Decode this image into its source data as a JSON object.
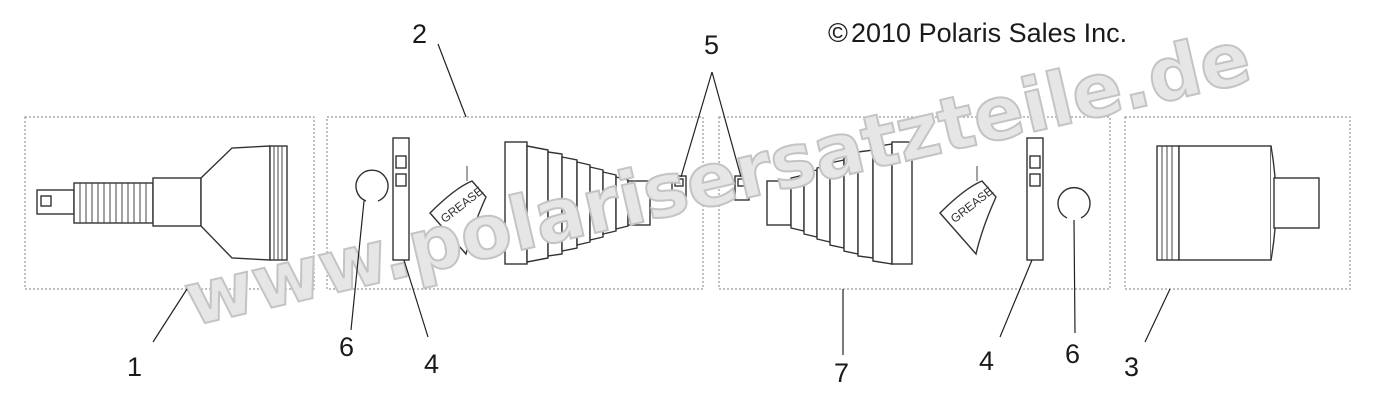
{
  "copyright": "2010 Polaris Sales Inc.",
  "copyright_symbol": "©",
  "watermark": "www.polarisersatzteile.de",
  "grease_label": "GREASE",
  "callouts": [
    {
      "id": "c1",
      "label": "1"
    },
    {
      "id": "c2",
      "label": "2"
    },
    {
      "id": "c3",
      "label": "3"
    },
    {
      "id": "c4a",
      "label": "4"
    },
    {
      "id": "c4b",
      "label": "4"
    },
    {
      "id": "c5",
      "label": "5"
    },
    {
      "id": "c6a",
      "label": "6"
    },
    {
      "id": "c6b",
      "label": "6"
    },
    {
      "id": "c7",
      "label": "7"
    }
  ]
}
